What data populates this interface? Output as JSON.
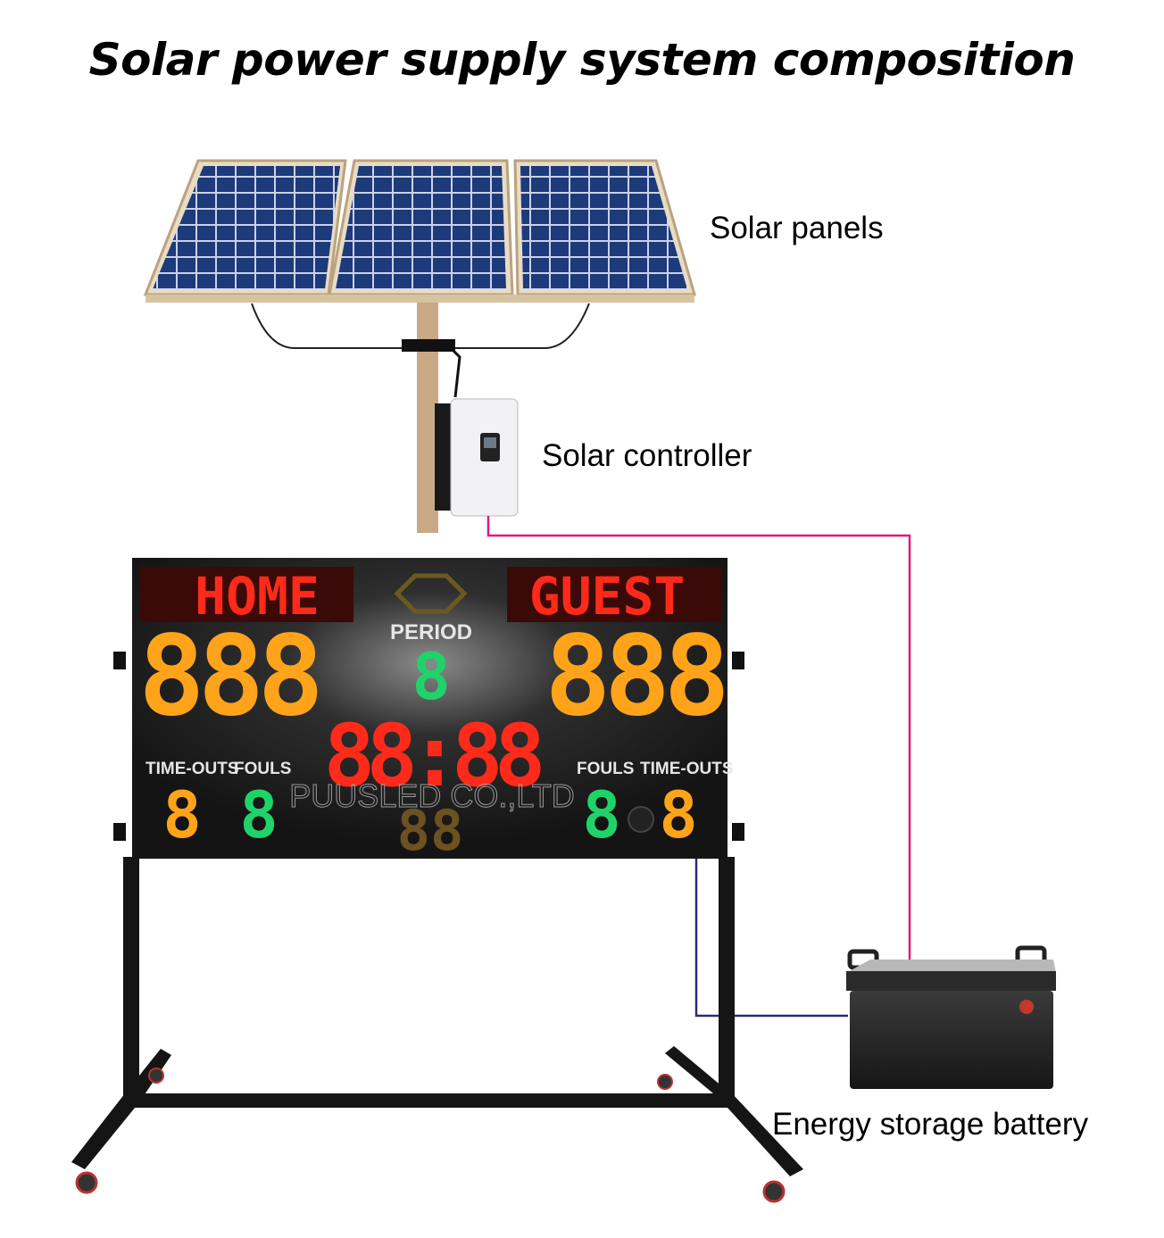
{
  "title": "Solar power supply system composition",
  "labels": {
    "solar_panels": "Solar panels",
    "solar_controller": "Solar controller",
    "battery": "Energy storage battery"
  },
  "scoreboard": {
    "home": "HOME",
    "guest": "GUEST",
    "period": "PERIOD",
    "period_digit": "8",
    "home_score": "888",
    "guest_score": "888",
    "clock": "88:88",
    "shot_clock": "88",
    "left_timeouts_label": "TIME-OUTS",
    "left_fouls_label": "FOULS",
    "right_fouls_label": "FOULS",
    "right_timeouts_label": "TIME-OUTS",
    "left_timeouts": "8",
    "left_fouls": "8",
    "right_fouls": "8",
    "right_timeouts": "8",
    "watermark": "PUUSLED CO.,LTD"
  },
  "colors": {
    "controller_wire": "#e0197f",
    "battery_wire": "#2b2a7a",
    "led_red": "#ff2a1a",
    "led_amber": "#ffa41a",
    "led_green": "#1fd36a",
    "panel_blue": "#1d3a7a"
  }
}
